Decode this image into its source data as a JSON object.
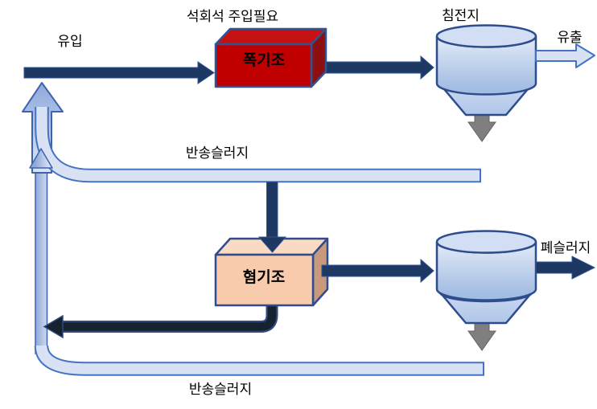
{
  "diagram": {
    "title_hint": "wastewater treatment process flow",
    "labels": {
      "limestone_note": "석회석 주입필요",
      "inflow": "유입",
      "clarifier_top": "침전지",
      "outflow": "유출",
      "return_sludge_top": "반송슬러지",
      "aeration_tank": "폭기조",
      "anaerobic_tank": "혐기조",
      "waste_sludge": "폐슬러지",
      "return_sludge_bottom": "반송슬러지"
    },
    "colors": {
      "flow_arrow_navy": "#1E3864",
      "aeration_tank_red": "#C00000",
      "anaerobic_tank_peach": "#F8CBAD",
      "pipe_fill_light": "#D9E2F4",
      "pipe_outline_blue": "#4472C4",
      "clarifier_outline": "#2E4D8E",
      "underflow_arrow_gray": "#7F7F7F",
      "dark_return_pipe": "#16222F",
      "background": "#FFFFFF"
    }
  }
}
